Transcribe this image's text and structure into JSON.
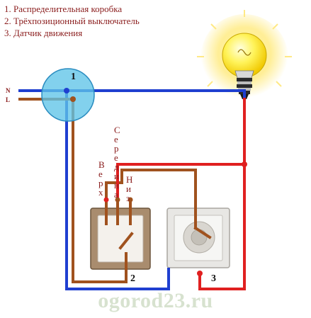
{
  "legend": [
    "1. Распределительная коробка",
    "2. Трёхпозиционный выключатель",
    "3. Датчик движения"
  ],
  "labels": {
    "n": "N",
    "l": "L",
    "box": "1",
    "switch": "2",
    "sensor": "3",
    "top": "Верх",
    "middle": "Середина",
    "bottom": "Низ"
  },
  "watermark": "ogorod23.ru",
  "colors": {
    "neutral": "#1f3fd0",
    "phase": "#a0521e",
    "load": "#e02020",
    "box": "#5fc4e8",
    "text": "#8a1c1c"
  }
}
